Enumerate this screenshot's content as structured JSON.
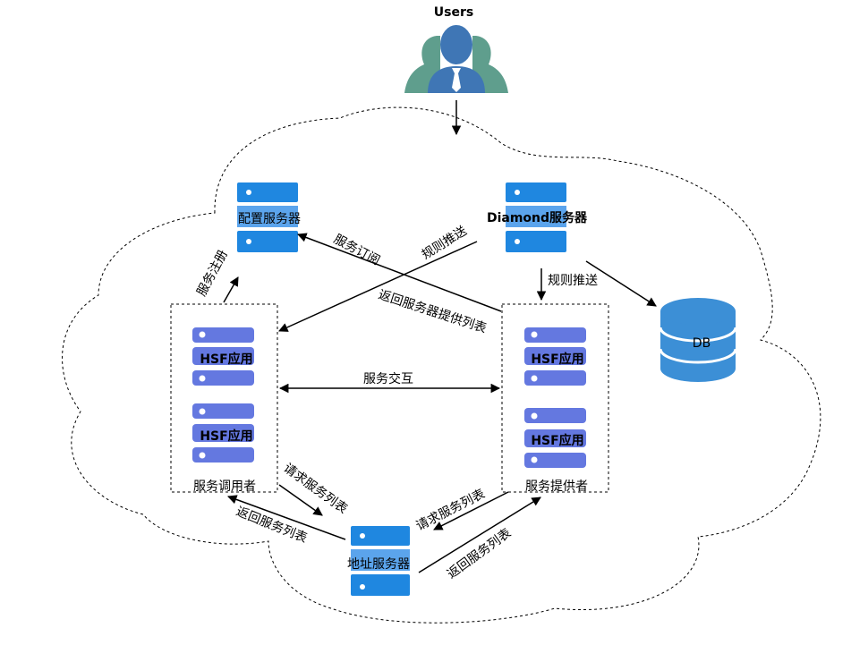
{
  "users": {
    "label": "Users"
  },
  "servers": {
    "config": "配置服务器",
    "diamond": "Diamond服务器",
    "address": "地址服务器",
    "db": "DB"
  },
  "consumer": {
    "title": "服务调用者",
    "apps": [
      "HSF应用",
      "HSF应用"
    ]
  },
  "provider": {
    "title": "服务提供者",
    "apps": [
      "HSF应用",
      "HSF应用"
    ]
  },
  "edges": {
    "service_register": "服务注册",
    "service_subscribe": "服务订阅",
    "rule_push_to_consumer": "规则推送",
    "rule_push_to_provider": "规则推送",
    "return_provider_list": "返回服务器提供列表",
    "service_interaction": "服务交互",
    "consumer_request_list": "请求服务列表",
    "consumer_return_list": "返回服务列表",
    "provider_request_list": "请求服务列表",
    "provider_return_list": "返回服务列表"
  },
  "colors": {
    "server_blue": "#1F87E0",
    "server_light": "#5BA4EC",
    "hsf_purple": "#6478E0",
    "db_blue": "#3C8FD6",
    "user_blue": "#3F76B5",
    "user_green": "#5F9E8D"
  }
}
